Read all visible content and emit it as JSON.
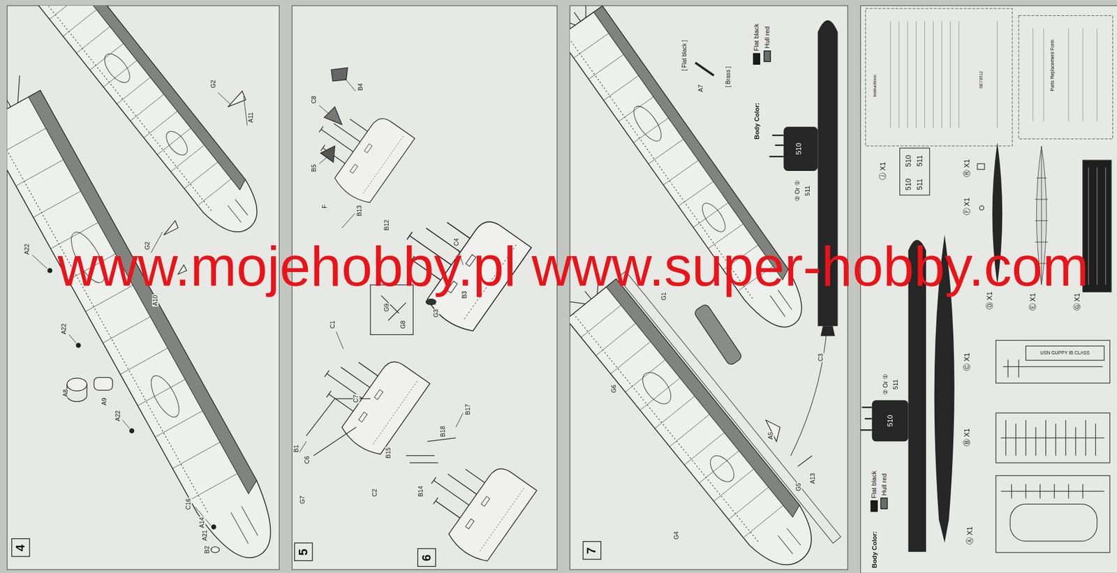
{
  "diagram": {
    "nodes": [
      {
        "text": [
          "4"
        ]
      },
      {
        "text": [
          "5"
        ]
      },
      {
        "text": [
          "6"
        ]
      },
      {
        "text": [
          "7"
        ]
      }
    ],
    "labels": [
      "G2",
      "A11",
      "G2",
      "A10",
      "A22",
      "A22",
      "A8",
      "A9",
      "A22",
      "C16",
      "A14",
      "A21",
      "B2",
      "B4",
      "C8",
      "B5",
      "F",
      "B13",
      "B12",
      "C4",
      "B3",
      "G3",
      "G9",
      "G8",
      "C1",
      "C7",
      "B1",
      "C6",
      "G7",
      "C2",
      "B17",
      "B18",
      "B15",
      "B14",
      "[ Flat black ]",
      "A7",
      "[ Brass ]",
      "Body Color:",
      "510",
      "② Or ①",
      "511",
      "G1",
      "C3",
      "G6",
      "A5",
      "A13",
      "G5",
      "G4",
      "Body Color:",
      "510",
      "② Or ①",
      "511",
      "Ⓐ X1",
      "Ⓑ X1",
      "Ⓒ X1",
      "USN GUPPY IB CLASS",
      "Ⓓ X1",
      "Ⓔ X1",
      "Ⓖ X1",
      "Ⓕ X1",
      "Ⓡ X1",
      "Ⓙ X1",
      "510",
      "510",
      "511",
      "511",
      "Instructions:",
      "SE73512",
      "Parts Replacement Form",
      "www.mojehobby.pl www.super-hobby.com"
    ],
    "legend": [
      {
        "text": "Flat black",
        "color": "#1c1c1c"
      },
      {
        "text": "Hull red",
        "color": "#6b6b6b"
      },
      {
        "text": "Flat black",
        "color": "#1c1c1c"
      },
      {
        "text": "Hull red",
        "color": "#6b6b6b"
      }
    ]
  }
}
